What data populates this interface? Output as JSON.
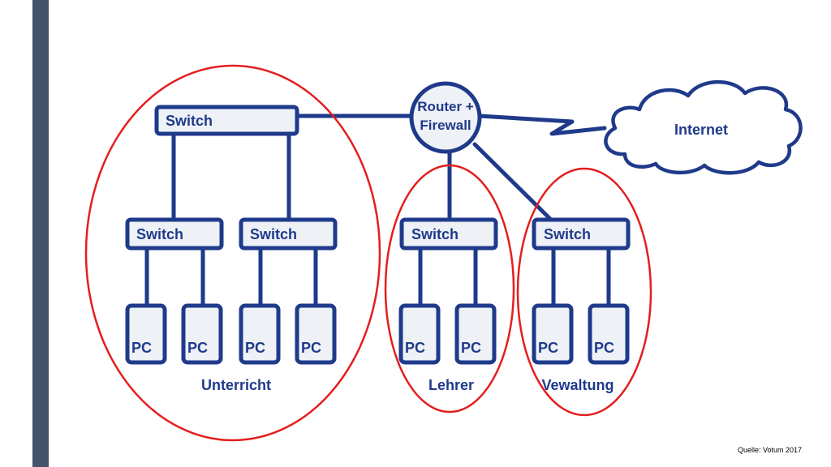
{
  "diagram": {
    "switch_label": "Switch",
    "pc_label": "PC",
    "router_label_line1": "Router +",
    "router_label_line2": "Firewall",
    "internet_label": "Internet",
    "groups": {
      "unterricht": "Unterricht",
      "lehrer": "Lehrer",
      "verwaltung": "Vewaltung"
    },
    "colors": {
      "line": "#1f3a8a",
      "box_fill": "#eef1f6",
      "group_outline": "#e41e1e",
      "accent_bar": "#44546a"
    }
  },
  "footer": {
    "source": "Quelle: Votum 2017"
  }
}
